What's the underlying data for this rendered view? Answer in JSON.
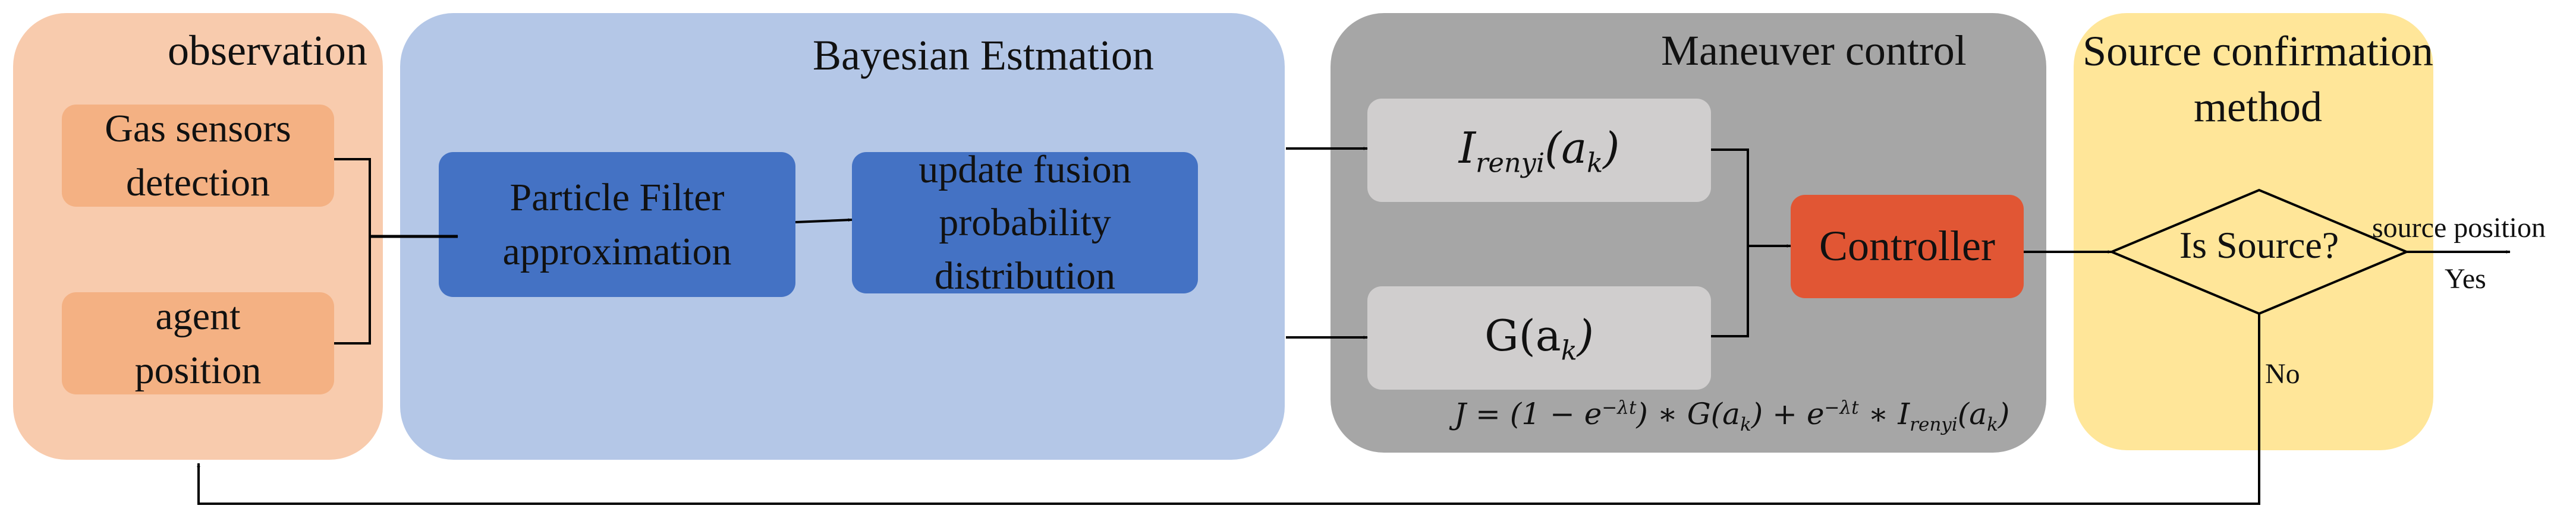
{
  "panels": {
    "observation": {
      "title": "observation"
    },
    "bayesian": {
      "title": "Bayesian Estmation"
    },
    "maneuver": {
      "title": "Maneuver control"
    },
    "source": {
      "title_line1": "Source confirmation",
      "title_line2": "method"
    }
  },
  "nodes": {
    "gas_sensors": {
      "line1": "Gas sensors",
      "line2": "detection"
    },
    "agent_position": {
      "line1": "agent",
      "line2": "position"
    },
    "particle_filter": {
      "line1": "Particle Filter",
      "line2": "approximation"
    },
    "update_fusion": {
      "line1": "update fusion",
      "line2": "probability",
      "line3": "distribution"
    },
    "renyi": {
      "label": "I_renyi(a_k)",
      "base": "I",
      "sub": "renyi",
      "arg": "(a",
      "arg_sub": "k",
      "close": ")"
    },
    "gain": {
      "label": "G(a_k)",
      "base": "G(a",
      "arg_sub": "k",
      "close": ")"
    },
    "controller": {
      "label": "Controller"
    },
    "decision": {
      "label": "Is Source?"
    }
  },
  "formula": {
    "text": "J = (1 − e^{−λt}) ∗ G(a_k) + e^{−λt} ∗ I_renyi(a_k)",
    "p1": "J = (1 − e",
    "exp1": "−λt",
    "p2": ") ∗ G(a",
    "sub1": "k",
    "p3": ") + e",
    "exp2": "−λt",
    "p4": " ∗ I",
    "sub2": "renyi",
    "p5": "(a",
    "sub3": "k",
    "p6": ")"
  },
  "edge_labels": {
    "source_position": "source position",
    "yes": "Yes",
    "no": "No"
  },
  "colors": {
    "observation_panel": "#f8cbad",
    "observation_box": "#f4b183",
    "bayesian_panel": "#b4c7e7",
    "bayesian_box": "#4472c4",
    "maneuver_panel": "#a6a6a6",
    "maneuver_box": "#d0cece",
    "controller": "#e15634",
    "source_panel": "#ffe699"
  }
}
